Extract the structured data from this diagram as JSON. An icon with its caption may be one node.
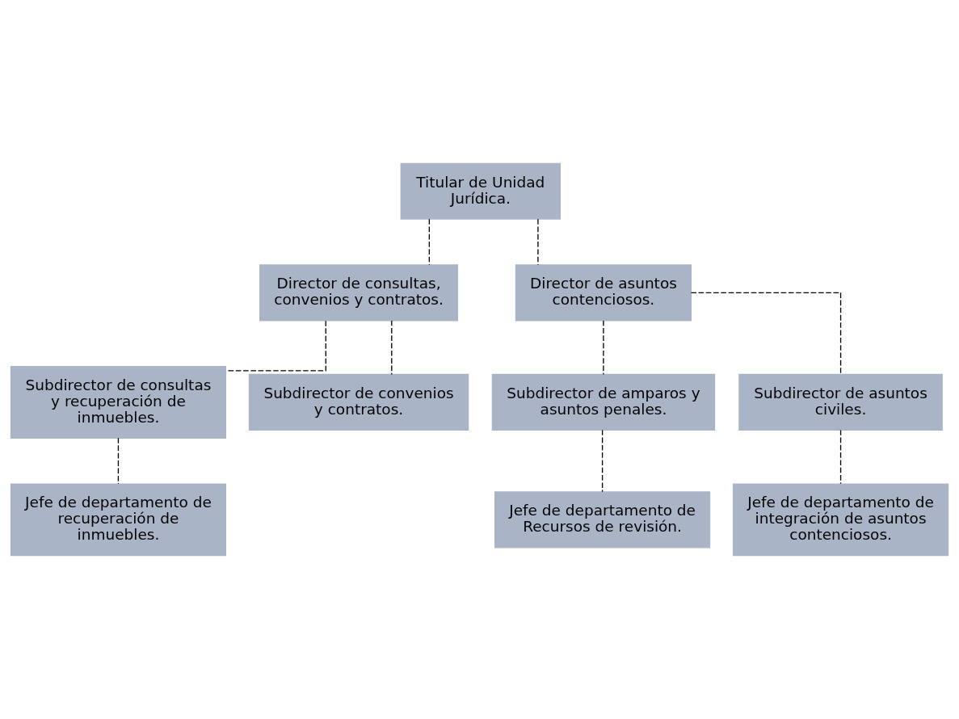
{
  "diagram": {
    "nodes": [
      {
        "text": [
          "Titular de Unidad Jurídica."
        ]
      },
      {
        "text": [
          "Director de consultas, convenios y contratos."
        ]
      },
      {
        "text": [
          "Director de asuntos contenciosos."
        ]
      },
      {
        "text": [
          "Subdirector de consultas y recuperación de inmuebles."
        ]
      },
      {
        "text": [
          "Subdirector de convenios y contratos."
        ]
      },
      {
        "text": [
          "Subdirector de amparos y asuntos penales."
        ]
      },
      {
        "text": [
          "Subdirector de asuntos civiles."
        ]
      },
      {
        "text": [
          "Jefe de departamento de recuperación de inmuebles."
        ]
      },
      {
        "text": [
          "Jefe de departamento de Recursos de revisión."
        ]
      },
      {
        "text": [
          "Jefe de departamento de integración de asuntos contenciosos."
        ]
      }
    ],
    "edges": [
      {
        "from": 0,
        "to": 1,
        "arrow": "none",
        "style": "dashed"
      },
      {
        "from": 0,
        "to": 2,
        "arrow": "none",
        "style": "dashed"
      },
      {
        "from": 1,
        "to": 3,
        "arrow": "none",
        "style": "dashed"
      },
      {
        "from": 1,
        "to": 4,
        "arrow": "none",
        "style": "dashed"
      },
      {
        "from": 2,
        "to": 5,
        "arrow": "none",
        "style": "dashed"
      },
      {
        "from": 2,
        "to": 6,
        "arrow": "none",
        "style": "dashed"
      },
      {
        "from": 3,
        "to": 7,
        "arrow": "none",
        "style": "dashed"
      },
      {
        "from": 5,
        "to": 8,
        "arrow": "none",
        "style": "dashed"
      },
      {
        "from": 6,
        "to": 9,
        "arrow": "none",
        "style": "dashed"
      }
    ]
  }
}
